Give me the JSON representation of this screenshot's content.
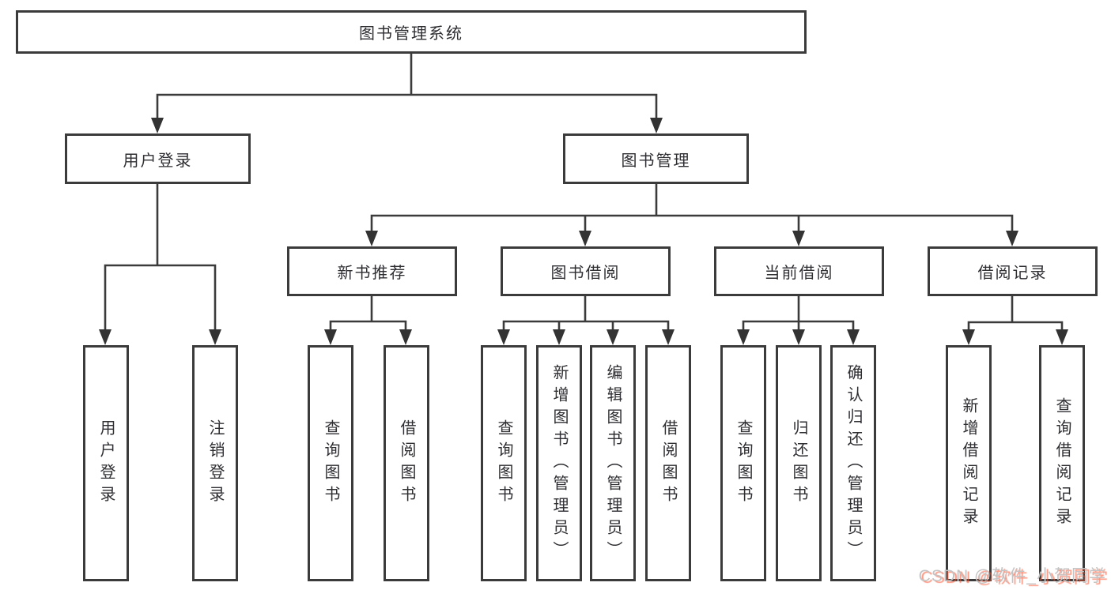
{
  "colors": {
    "line": "#3b3b3b",
    "box_border": "#3b3b3b",
    "box_background": "#ffffff",
    "text": "#2e2e33",
    "watermark_text": "#c3c3c3",
    "watermark_shadow": "#fc5531"
  },
  "nodes": {
    "root": "图书管理系统",
    "user_login": "用户登录",
    "book_management": "图书管理",
    "new_book_recommend": "新书推荐",
    "book_borrowing": "图书借阅",
    "current_borrowing": "当前借阅",
    "borrowing_records": "借阅记录",
    "leaves": {
      "user_login": [
        "用户登录",
        "注销登录"
      ],
      "new_book_recommend": [
        "查询图书",
        "借阅图书"
      ],
      "book_borrowing": [
        "查询图书",
        "新增图书（管理员）",
        "编辑图书（管理员）",
        "借阅图书"
      ],
      "current_borrowing": [
        "查询图书",
        "归还图书",
        "确认归还（管理员）"
      ],
      "borrowing_records": [
        "新增借阅记录",
        "查询借阅记录"
      ]
    }
  },
  "watermark": "CSDN @软件_小贺同学"
}
